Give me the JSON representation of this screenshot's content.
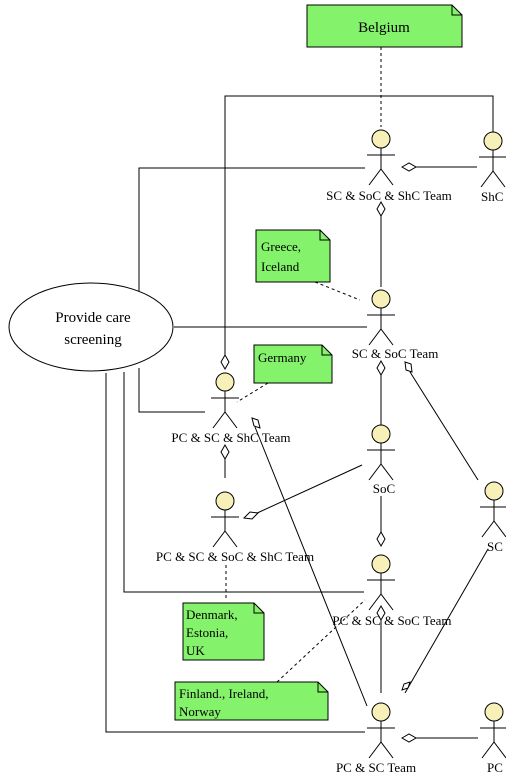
{
  "colors": {
    "note_fill": "#84f26b",
    "actor_head_fill": "#f7f0b8",
    "line": "#000000",
    "background": "#ffffff"
  },
  "use_case": {
    "label_line1": "Provide care",
    "label_line2": "screening"
  },
  "notes": {
    "belgium": {
      "lines": [
        "Belgium"
      ]
    },
    "greece_iceland": {
      "lines": [
        "Greece,",
        "Iceland"
      ]
    },
    "germany": {
      "lines": [
        "Germany"
      ]
    },
    "denmark_estonia_uk": {
      "lines": [
        "Denmark,",
        "Estonia,",
        "UK"
      ]
    },
    "finland_ireland_norway": {
      "lines": [
        "Finland., Ireland,",
        "Norway"
      ]
    }
  },
  "actors": {
    "sc_soc_shc_team": "SC & SoC & ShC Team",
    "shc": "ShC",
    "sc_soc_team": "SC & SoC Team",
    "pc_sc_shc_team": "PC & SC & ShC Team",
    "soc": "SoC",
    "sc": "SC",
    "pc_sc_soc_shc_team": "PC & SC & SoC & ShC Team",
    "pc_sc_soc_team": "PC & SC & SoC Team",
    "pc_sc_team": "PC & SC Team",
    "pc": "PC"
  }
}
